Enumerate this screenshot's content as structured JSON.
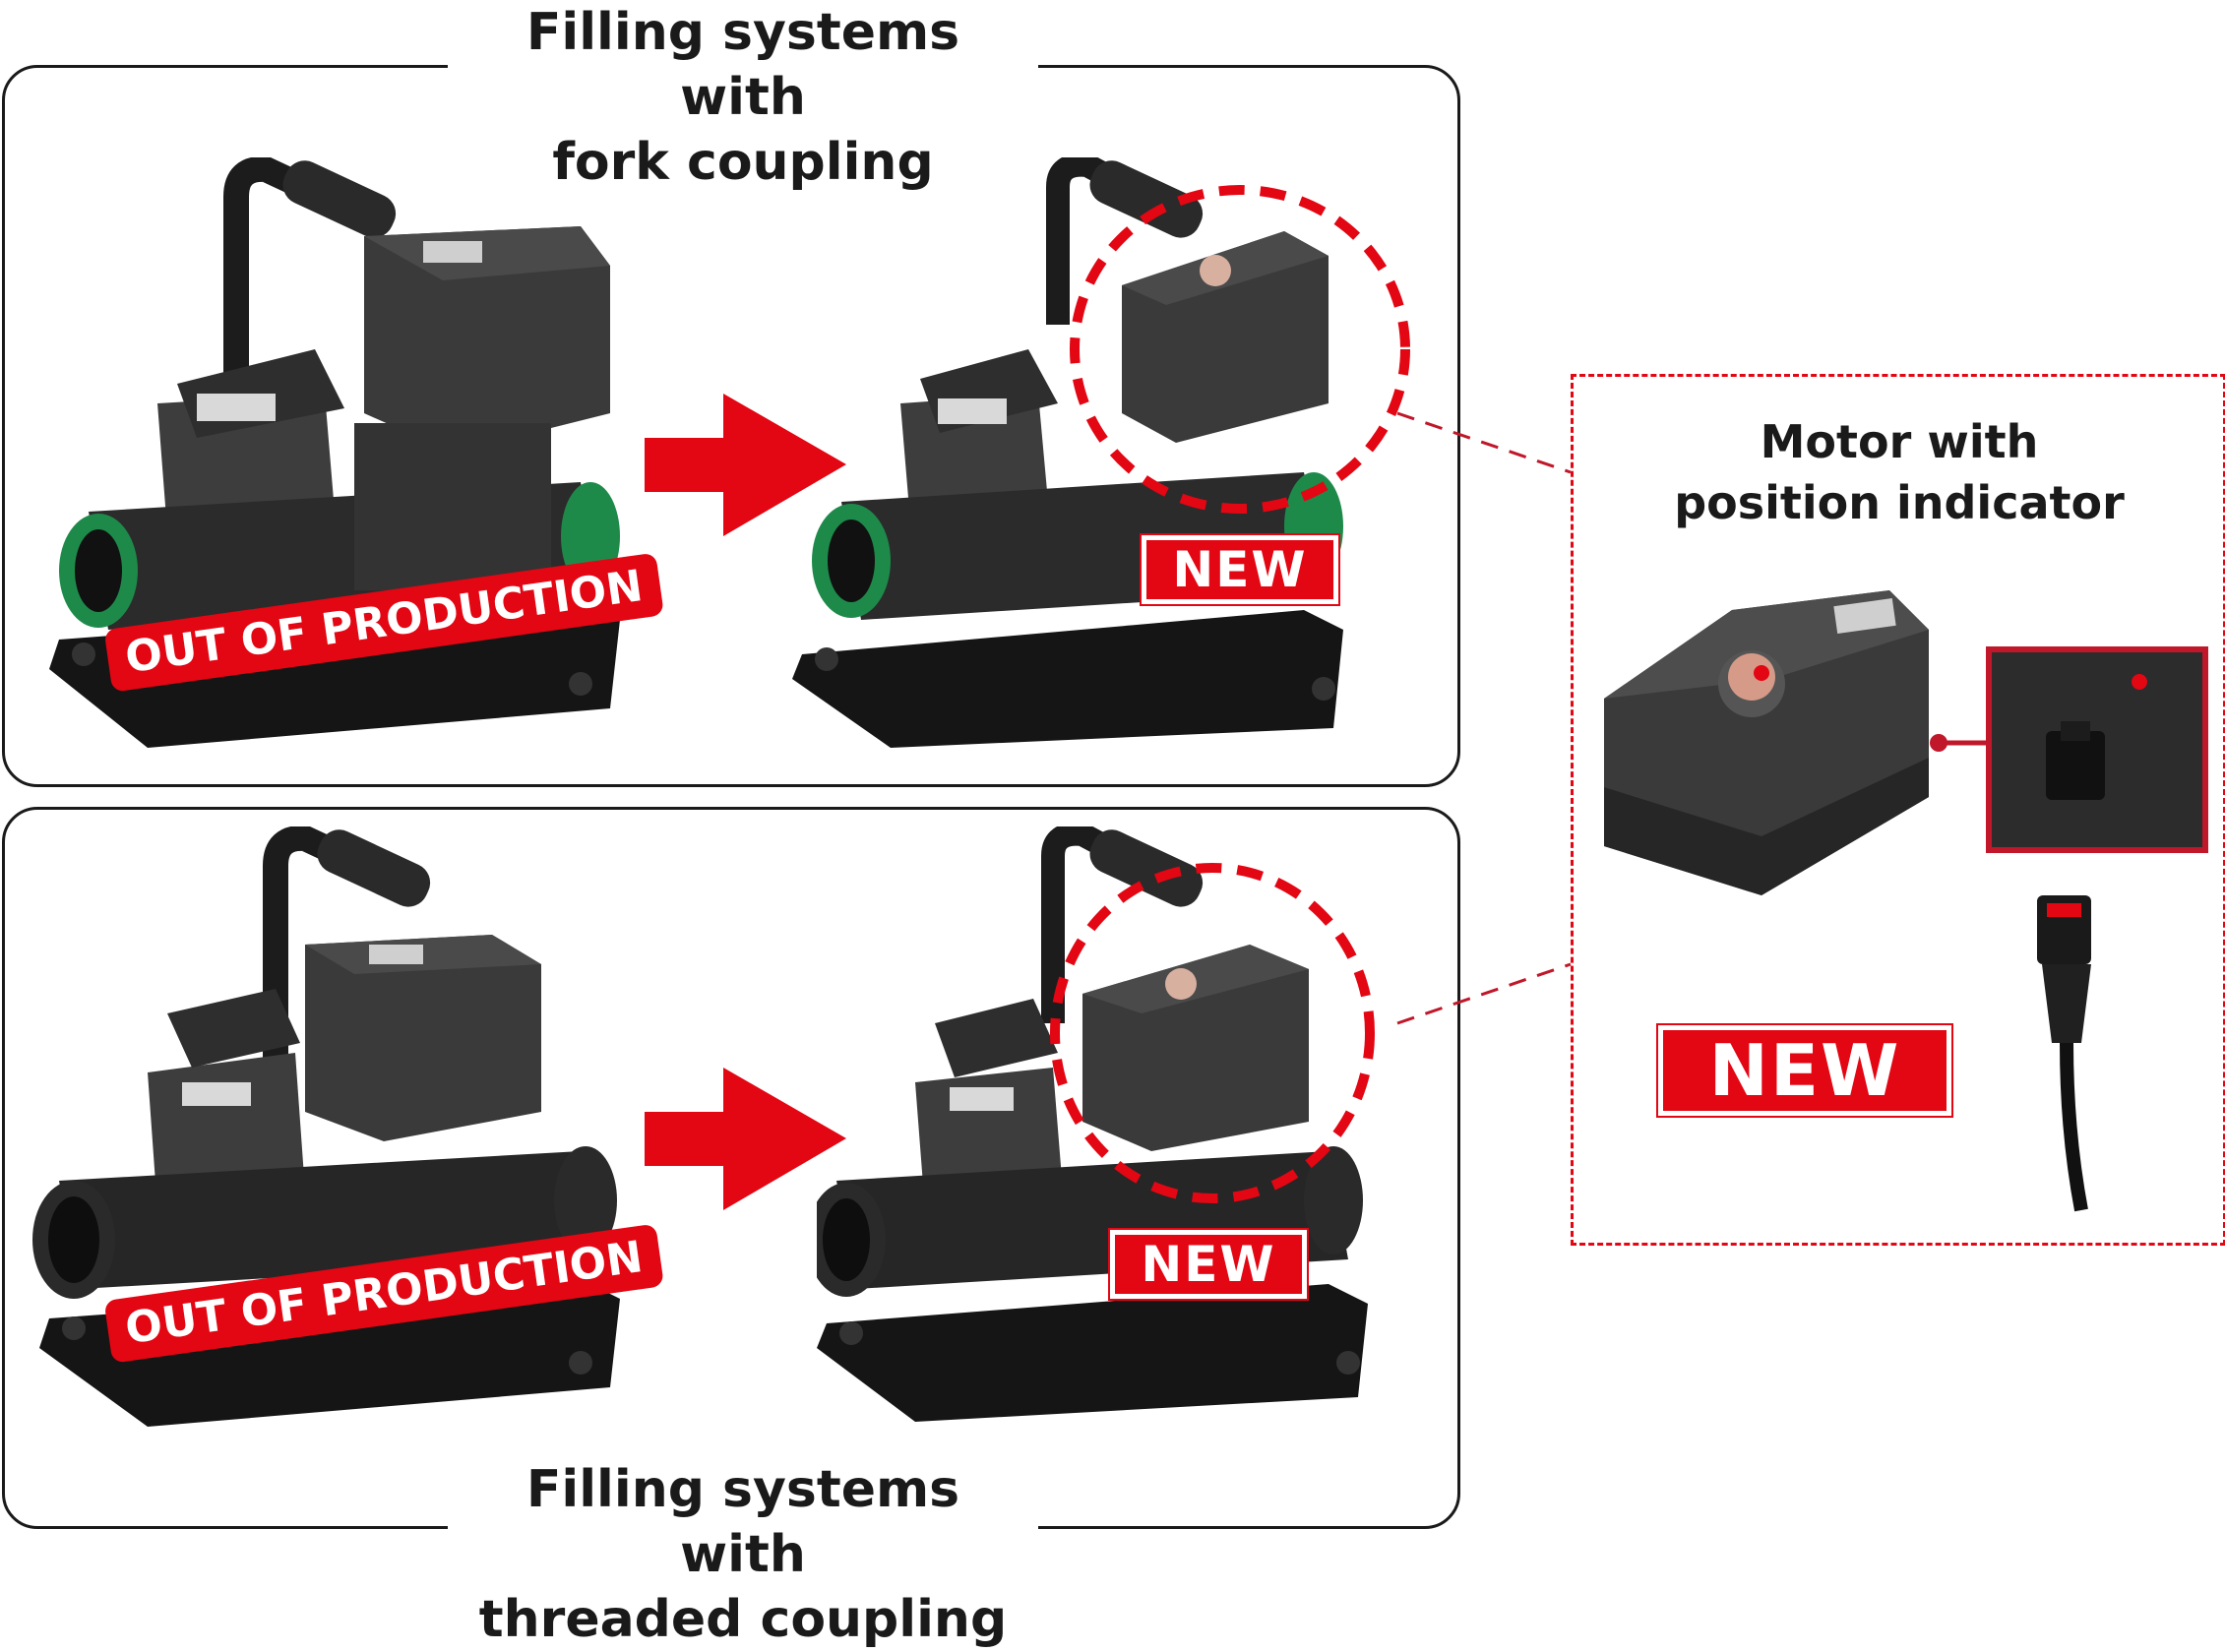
{
  "top_panel": {
    "title_line1": "Filling systems with",
    "title_line2": "fork coupling"
  },
  "bottom_panel": {
    "title_line1": "Filling systems with",
    "title_line2": "threaded coupling"
  },
  "badges": {
    "out_of_production": "OUT OF PRODUCTION",
    "new": "NEW"
  },
  "motor_panel": {
    "title_line1": "Motor with",
    "title_line2": "position indicator",
    "badge": "NEW"
  },
  "colors": {
    "accent_red": "#e30613",
    "machine_dark": "#2b2b2b",
    "coupling_green": "#1e8a4a"
  }
}
